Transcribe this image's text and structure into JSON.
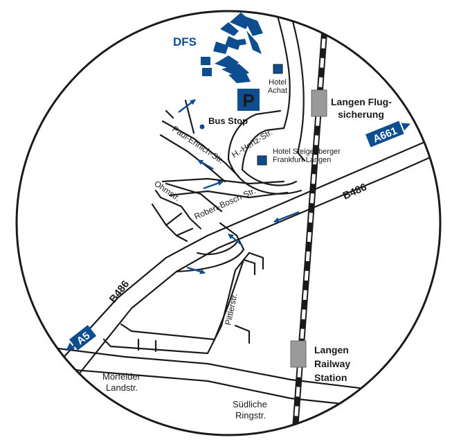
{
  "colors": {
    "brand_blue": "#0e4d8f",
    "line_black": "#1a1a1a",
    "station_gray": "#9a9a9a",
    "background": "#ffffff"
  },
  "labels": {
    "dfs": "DFS",
    "hotel_achat_1": "Hotel",
    "hotel_achat_2": "Achat",
    "parking": "P",
    "bus_stop": "Bus Stop",
    "station_flug_1": "Langen Flug-",
    "station_flug_2": "sicherung",
    "hotel_steig_1": "Hotel Steigenberger",
    "hotel_steig_2": "Frankfurt-Langen",
    "street_hertz": "H.-Hertz-Str.",
    "street_ehrlich": "Paul-Ehrlich-Str.",
    "street_bosch": "Robert-Bosch-Str.",
    "street_ohm": "Ohmstr.",
    "street_pittler": "Pittlerstr.",
    "road_b486_east": "B486",
    "road_b486_west": "B486",
    "station_rail_1": "Langen",
    "station_rail_2": "Railway",
    "station_rail_3": "Station",
    "street_moerfelder_1": "Mörfelder",
    "street_moerfelder_2": "Landstr.",
    "street_suedliche_1": "Südliche",
    "street_suedliche_2": "Ringstr.",
    "shield_a661": "A661",
    "shield_a5": "A5"
  },
  "icons": {
    "dfs_logo": "dfs-building-icon",
    "hotel": "hotel-square-icon",
    "bus": "bus-stop-dot-icon",
    "parking": "parking-icon",
    "station": "station-block-icon",
    "direction": "direction-arrow-icon"
  }
}
